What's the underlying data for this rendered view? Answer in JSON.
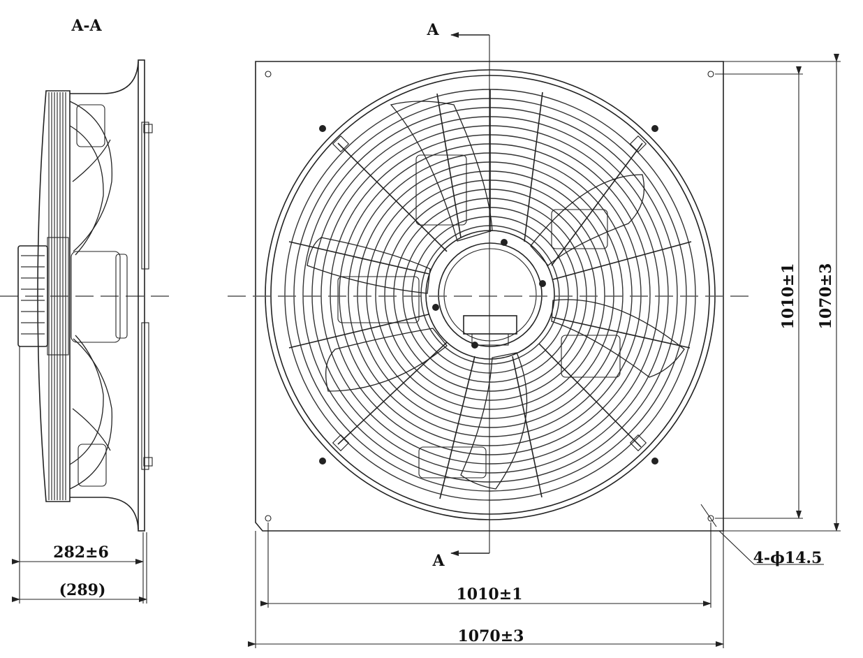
{
  "section_label": "A-A",
  "cut_mark_top": "A",
  "cut_mark_bottom": "A",
  "side_view": {
    "depth_dim": "282±6",
    "overall_depth_dim": "(289)"
  },
  "front_view": {
    "hole_spacing_h": "1010±1",
    "overall_width": "1070±3",
    "hole_spacing_v": "1010±1",
    "overall_height": "1070±3",
    "mounting_holes": "4-ϕ14.5"
  }
}
